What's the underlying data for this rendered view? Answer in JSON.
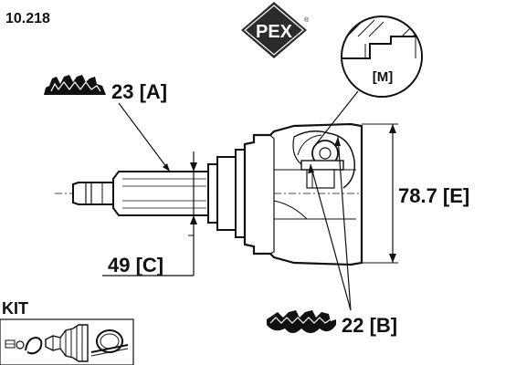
{
  "part_number": "10.218",
  "brand": {
    "logo_text": "PEX",
    "registered_mark": "®"
  },
  "dimensions": {
    "spline_outer": "23 [A]",
    "hub_diameter": "78.7 [E]",
    "shaft_diameter": "49 [C]",
    "spline_inner": "22 [B]"
  },
  "detail_view": {
    "label": "[M]"
  },
  "kit": {
    "label": "KIT",
    "items": [
      "clamp-icon",
      "circlip-icon",
      "boot-icon",
      "band-icon"
    ]
  },
  "colors": {
    "ink": "#111111",
    "logo_fill": "#2b2b2b",
    "background": "#ffffff"
  }
}
